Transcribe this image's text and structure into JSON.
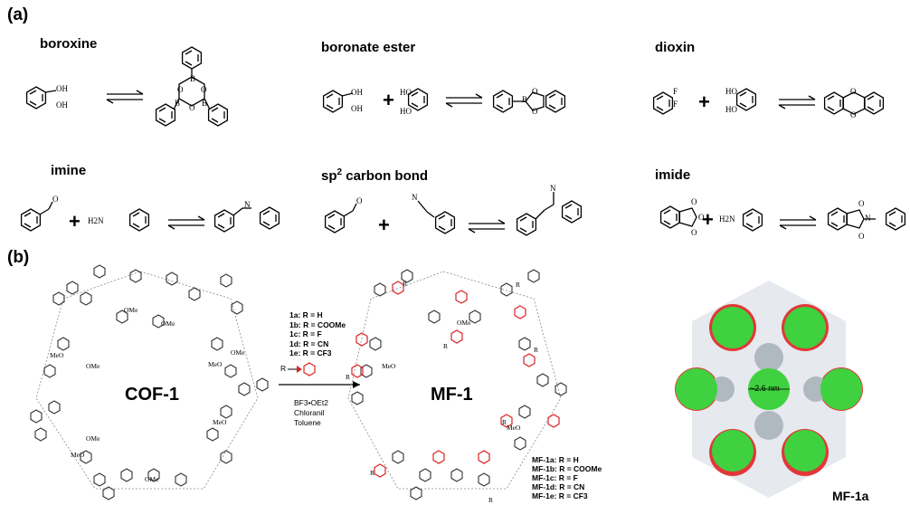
{
  "panels": {
    "a": {
      "label": "(a)",
      "reactions": [
        {
          "title": "boroxine",
          "atoms": [
            "OH",
            "OH",
            "B",
            "B",
            "O",
            "O",
            "O",
            "B"
          ]
        },
        {
          "title": "boronate ester",
          "atoms": [
            "OH",
            "OH",
            "HO",
            "HO",
            "B",
            "O",
            "O"
          ]
        },
        {
          "title": "dioxin",
          "atoms": [
            "F",
            "F",
            "HO",
            "HO",
            "O",
            "O"
          ]
        },
        {
          "title": "imine",
          "atoms": [
            "H2N",
            "O",
            "N"
          ]
        },
        {
          "title_main": "sp",
          "title_sup": "2",
          "title_rest": " carbon bond",
          "atoms": [
            "O",
            "N",
            "N"
          ]
        },
        {
          "title": "imide",
          "atoms": [
            "O",
            "O",
            "O",
            "H2N",
            "O",
            "O",
            "N"
          ]
        }
      ]
    },
    "b": {
      "label": "(b)",
      "cof_label": "COF-1",
      "mf_label": "MF-1",
      "model_label": "MF-1a",
      "pore_size": "~2.6 nm",
      "substituents": [
        "1a: R = H",
        "1b: R = COOMe",
        "1c: R = F",
        "1d: R = CN",
        "1e: R = CF3"
      ],
      "reagent_R": "R",
      "conditions": [
        "BF3•OEt2",
        "Chloranil",
        "Toluene"
      ],
      "products": [
        "MF-1a: R = H",
        "MF-1b: R = COOMe",
        "MF-1c: R = F",
        "MF-1d: R = CN",
        "MF-1e: R = CF3"
      ],
      "ome_labels": [
        "OMe",
        "MeO",
        "OMe",
        "MeO",
        "OMe",
        "MeO",
        "OMe",
        "OMe",
        "MeO",
        "OMe",
        "MeO",
        "OMe",
        "MeO"
      ],
      "r_labels": [
        "R",
        "R",
        "R",
        "R",
        "R",
        "R",
        "R",
        "R"
      ]
    }
  },
  "colors": {
    "nitrogen": "#1f2fd1",
    "red_ring": "#d22222",
    "pore_sphere": "#3fd13f",
    "framework_red": "#e01818"
  }
}
